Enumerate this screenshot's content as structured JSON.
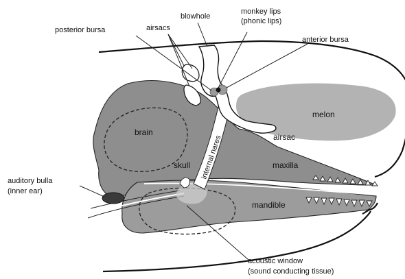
{
  "diagram": {
    "labels": {
      "blowhole": "blowhole",
      "monkey_lips_line1": "monkey lips",
      "monkey_lips_line2": "(phonic lips)",
      "airsacs": "airsacs",
      "posterior_bursa": "posterior bursa",
      "anterior_bursa": "anterior bursa",
      "melon": "melon",
      "brain": "brain",
      "airsac": "airsac",
      "internal_nares": "internal nares",
      "skull": "skull",
      "maxilla": "maxilla",
      "auditory_bulla_line1": "auditory bulla",
      "auditory_bulla_line2": "(inner ear)",
      "mandible": "mandible",
      "acoustic_window_line1": "acoustic window",
      "acoustic_window_line2": "(sound conducting tissue)"
    },
    "colors": {
      "skull_fill": "#8e8e8e",
      "mandible_fill": "#9c9c9c",
      "melon_fill": "#b3b3b3",
      "brain_fill": "#c9c9c9",
      "acoustic_window_fill": "#c4c4c4",
      "bulla_fill": "#3a3a3a",
      "outline": "#111111"
    }
  }
}
